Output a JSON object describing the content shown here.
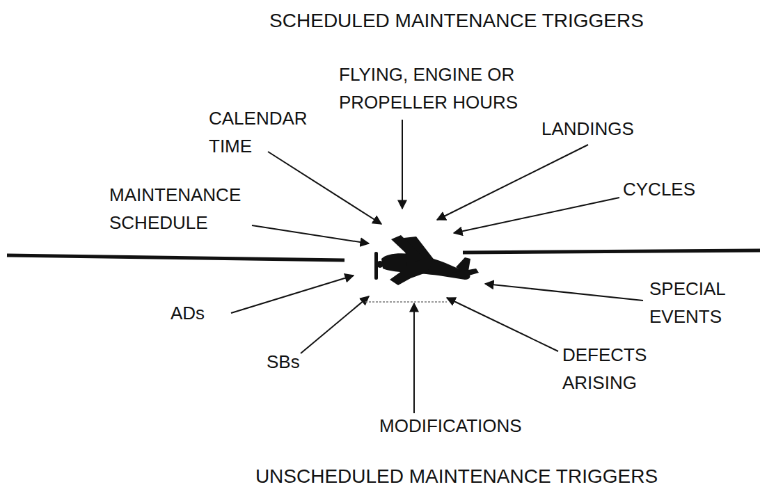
{
  "diagram": {
    "title": "SCHEDULED MAINTENANCE TRIGGERS",
    "caption": "UNSCHEDULED MAINTENANCE TRIGGERS",
    "labels": [
      "FLYING, ENGINE OR PROPELLER HOURS",
      "CALENDAR TIME",
      "LANDINGS",
      "MAINTENANCE SCHEDULE",
      "CYCLES",
      "ADs",
      "SPECIAL EVENTS",
      "SBs",
      "DEFECTS ARISING",
      "MODIFICATIONS"
    ]
  }
}
